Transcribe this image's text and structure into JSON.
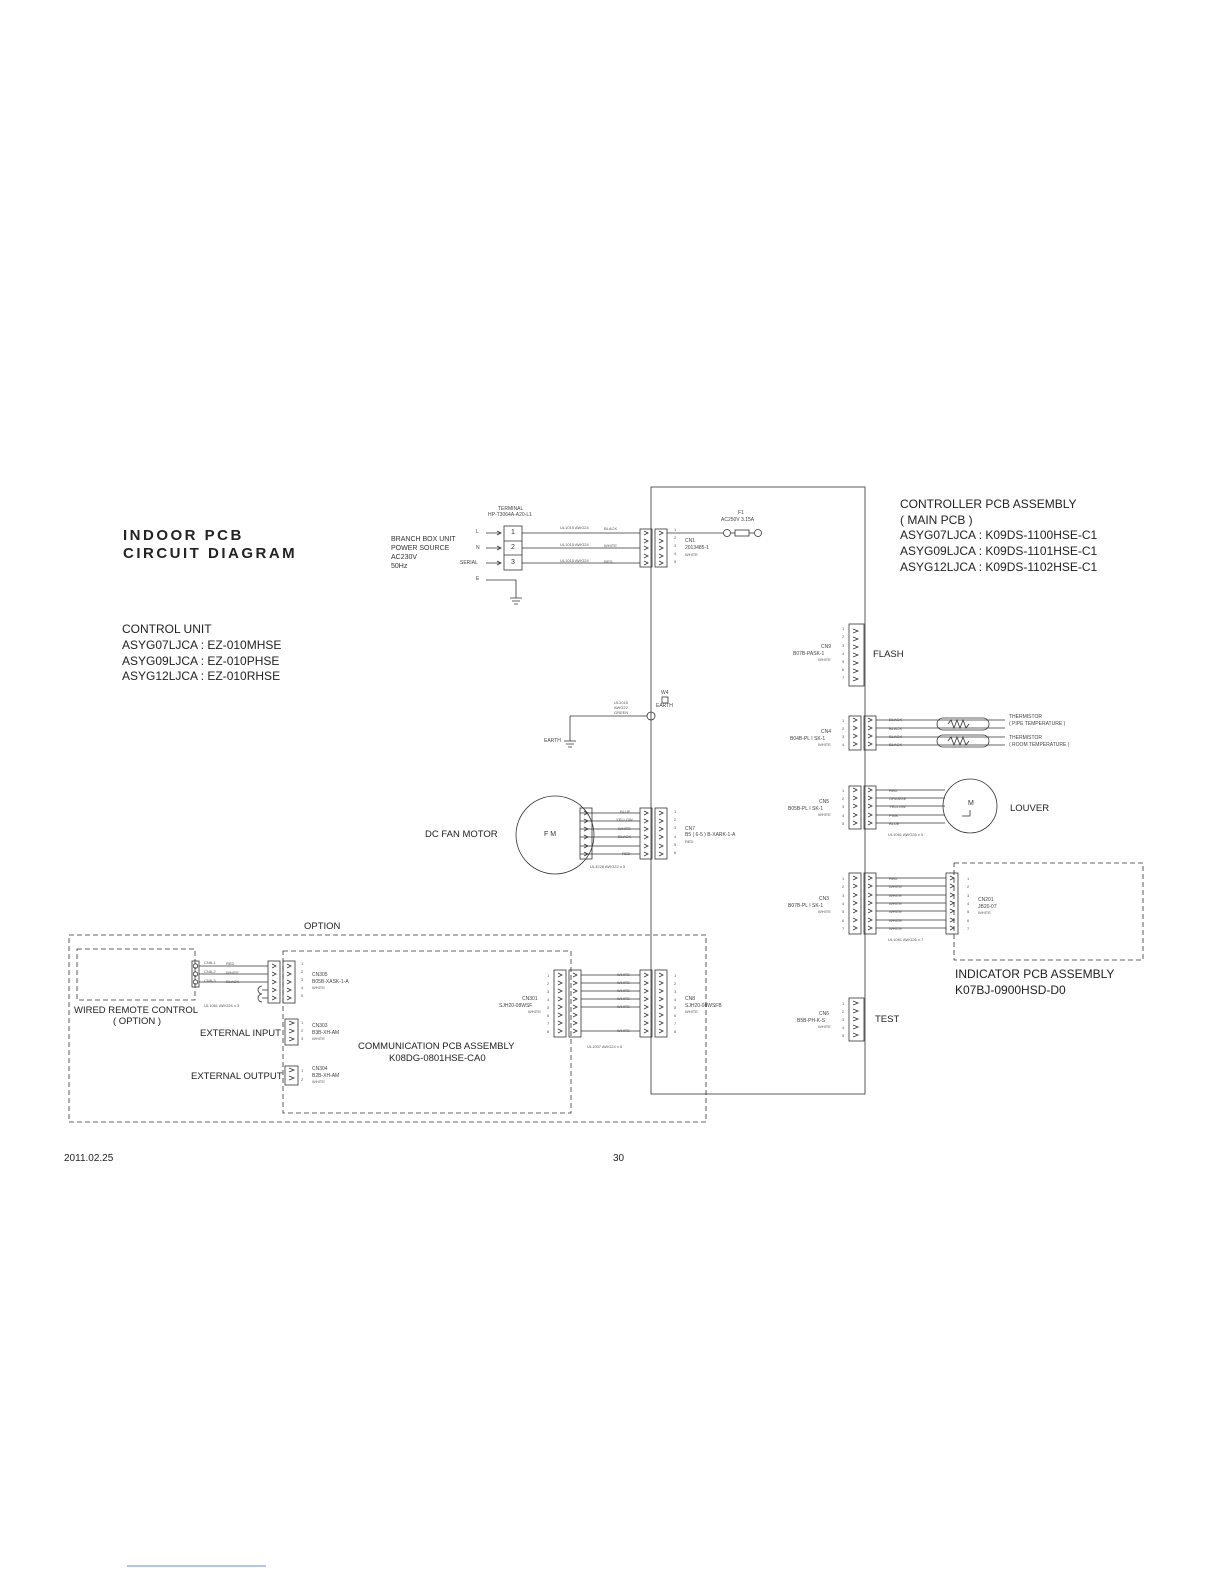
{
  "title": {
    "line1": "INDOOR PCB",
    "line2": "CIRCUIT DIAGRAM"
  },
  "control_unit": {
    "heading": "CONTROL UNIT",
    "models": [
      "ASYG07LJCA : EZ-010MHSE",
      "ASYG09LJCA : EZ-010PHSE",
      "ASYG12LJCA : EZ-010RHSE"
    ]
  },
  "controller_pcb": {
    "heading": "CONTROLLER PCB ASSEMBLY",
    "subheading": "( MAIN PCB )",
    "models": [
      "ASYG07LJCA : K09DS-1100HSE-C1",
      "ASYG09LJCA : K09DS-1101HSE-C1",
      "ASYG12LJCA : K09DS-1102HSE-C1"
    ]
  },
  "power": {
    "terminal_label": "TERMINAL",
    "terminal_part": "HP-T3064A-A20-L1",
    "source_lines": [
      "BRANCH BOX UNIT",
      "POWER SOURCE",
      "AC230V",
      "50Hz"
    ],
    "terminals": [
      {
        "signal": "L",
        "number": "1",
        "wire": "UL1015  AWG24",
        "color": "BLACK"
      },
      {
        "signal": "N",
        "number": "2",
        "wire": "UL1015  AWG24",
        "color": "WHITE"
      },
      {
        "signal": "SERIAL",
        "number": "3",
        "wire": "UL1015  AWG24",
        "color": "RED"
      }
    ],
    "earth_signal": "E",
    "connector": {
      "name": "CN1",
      "part": "2013485-1",
      "color": "WHITE",
      "pins": [
        "1",
        "2",
        "3",
        "4",
        "5"
      ]
    },
    "fuse": {
      "name": "F1",
      "rating": "AC250V  3.15A"
    }
  },
  "earth": {
    "wire_lines": [
      "UL1015",
      "AWG22",
      "GREEN"
    ],
    "point_name": "W4",
    "point_label": "EARTH",
    "ground_label": "EARTH"
  },
  "fan_motor": {
    "label": "DC FAN MOTOR",
    "symbol": "F M",
    "wire_colors": [
      "BLUE",
      "YELLOW",
      "WHITE",
      "BLACK",
      "",
      "RED"
    ],
    "cable": "UL3226  AWG22 x 5",
    "connector": {
      "name": "CN7",
      "part": "B5 ( 6-5 ) B-XARK-1-A",
      "color": "RED",
      "pins": [
        "1",
        "2",
        "3",
        "4",
        "5",
        "6"
      ]
    }
  },
  "flash": {
    "label": "FLASH",
    "connector": {
      "name": "CN9",
      "part": "B07B-PASK-1",
      "color": "WHITE",
      "pins": [
        "1",
        "2",
        "3",
        "4",
        "5",
        "6",
        "7"
      ]
    }
  },
  "thermistor": {
    "connector": {
      "name": "CN4",
      "part": "B04B-PL I SK-1",
      "color": "WHITE",
      "pins": [
        "1",
        "2",
        "3",
        "4"
      ]
    },
    "wire_colors": [
      "BLACK",
      "BLACK",
      "BLACK",
      "BLACK"
    ],
    "labels": [
      {
        "name": "THERMISTOR",
        "detail": "( PIPE TEMPERATURE )"
      },
      {
        "name": "THERMISTOR",
        "detail": "( ROOM TEMPERATURE )"
      }
    ]
  },
  "louver": {
    "label": "LOUVER",
    "symbol": "M",
    "connector": {
      "name": "CN5",
      "part": "B05B-PL I SK-1",
      "color": "WHITE",
      "pins": [
        "1",
        "2",
        "3",
        "4",
        "5"
      ]
    },
    "wire_colors": [
      "RED",
      "ORANGE",
      "YELLOW",
      "PINK",
      "BLUE"
    ],
    "cable": "UL1061  AWG26 x 5"
  },
  "indicator": {
    "connector": {
      "name": "CN3",
      "part": "B07B-PL I SK-1",
      "color": "WHITE",
      "pins": [
        "1",
        "2",
        "3",
        "4",
        "5",
        "6",
        "7"
      ]
    },
    "wire_colors": [
      "RED",
      "WHITE",
      "WHITE",
      "WHITE",
      "WHITE",
      "WHITE",
      "WHITE"
    ],
    "cable": "UL1061  AWG26 x 7",
    "remote_connector": {
      "name": "CN201",
      "part": "JB20-07",
      "color": "WHITE",
      "pins": [
        "1",
        "2",
        "3",
        "4",
        "5",
        "6",
        "7"
      ]
    },
    "heading": "INDICATOR PCB ASSEMBLY",
    "model": "K07BJ-0900HSD-D0"
  },
  "test": {
    "label": "TEST",
    "connector": {
      "name": "CN6",
      "part": "B5B-PH-K-S",
      "color": "WHITE",
      "pins": [
        "1",
        "2",
        "3",
        "4",
        "5"
      ]
    }
  },
  "option": {
    "label": "OPTION",
    "remote": {
      "label_lines": [
        "WIRED REMOTE CONTROL",
        "( OPTION )"
      ],
      "terminals": [
        {
          "name": "CN8-1",
          "color": "RED"
        },
        {
          "name": "CN8-2",
          "color": "WHITE"
        },
        {
          "name": "CN8-3",
          "color": "BLACK"
        }
      ],
      "cable": "UL1061  AWG26 x 3"
    },
    "cn305": {
      "name": "CN305",
      "part": "B05B-XASK-1-A",
      "color": "WHITE",
      "pins": [
        "1",
        "2",
        "3",
        "4",
        "5"
      ]
    },
    "external_input": {
      "label": "EXTERNAL INPUT",
      "name": "CN303",
      "part": "B3B-XH-AM",
      "color": "WHITE",
      "pins": [
        "1",
        "2",
        "3"
      ]
    },
    "external_output": {
      "label": "EXTERNAL OUTPUT",
      "name": "CN304",
      "part": "B2B-XH-AM",
      "color": "WHITE",
      "pins": [
        "1",
        "2"
      ]
    },
    "comm_pcb": {
      "heading": "COMMUNICATION PCB ASSEMBLY",
      "model": "K08DG-0801HSE-CA0"
    },
    "cn301": {
      "name": "CN301",
      "part": "SJH20-08WSF",
      "color": "WHITE",
      "pins": [
        "1",
        "2",
        "3",
        "4",
        "5",
        "6",
        "7",
        "8"
      ]
    },
    "cn8": {
      "name": "CN8",
      "part": "SJH20-08WSFB",
      "color": "WHITE",
      "pins": [
        "1",
        "2",
        "3",
        "4",
        "5",
        "6",
        "7",
        "8"
      ]
    },
    "wire_colors": [
      "WHITE",
      "WHITE",
      "WHITE",
      "WHITE",
      "WHITE",
      "",
      "",
      "WHITE"
    ],
    "cable": "UL1007  AWG24 x 6"
  },
  "footer": {
    "date": "2011.02.25",
    "page": "30"
  }
}
